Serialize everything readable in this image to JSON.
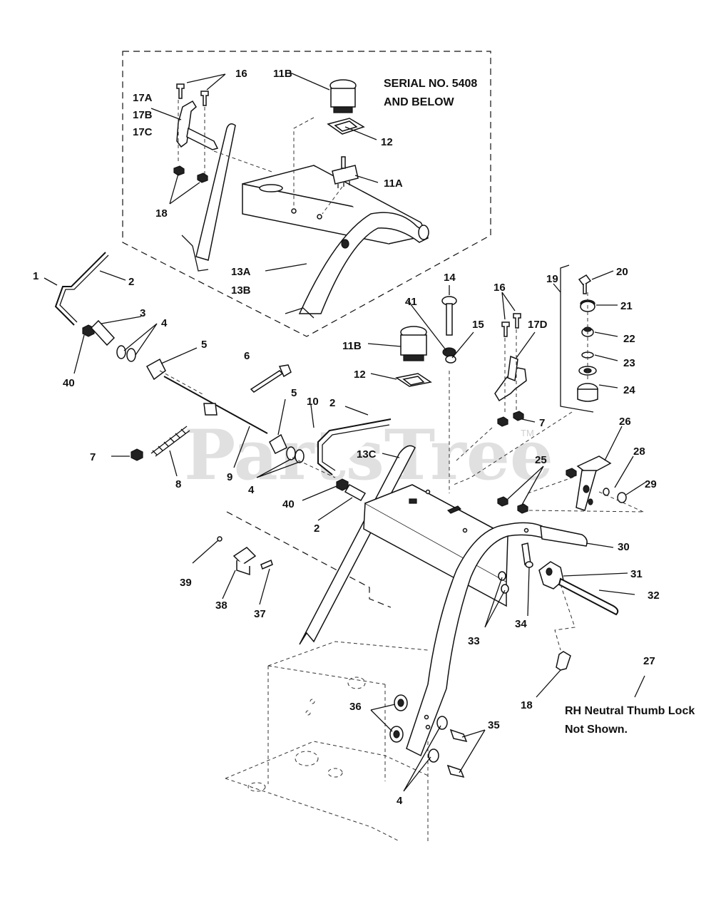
{
  "watermark": {
    "text": "PartsTree",
    "tm": "TM"
  },
  "notes": {
    "serial": [
      "SERIAL NO. 5408",
      "AND BELOW"
    ],
    "rh_thumb_lock": [
      "RH Neutral Thumb Lock",
      "Not Shown."
    ]
  },
  "labels": {
    "p16_top": "16",
    "p11B_top": "11B",
    "p17A": "17A",
    "p17B": "17B",
    "p17C": "17C",
    "p12_top": "12",
    "p11A": "11A",
    "p18_top": "18",
    "p13A": "13A",
    "p13B": "13B",
    "p1": "1",
    "p2_left": "2",
    "p3": "3",
    "p4_a": "4",
    "p40_left": "40",
    "p5_a": "5",
    "p6": "6",
    "p7_left": "7",
    "p8": "8",
    "p9": "9",
    "p5_b": "5",
    "p4_b": "4",
    "p10": "10",
    "p2_mid": "2",
    "p40_mid": "40",
    "p2_low": "2",
    "p39": "39",
    "p38": "38",
    "p37": "37",
    "p14": "14",
    "p41": "41",
    "p15": "15",
    "p11B_mid": "11B",
    "p12_mid": "12",
    "p13C": "13C",
    "p16_right": "16",
    "p17D": "17D",
    "p7_right": "7",
    "p19": "19",
    "p20": "20",
    "p21": "21",
    "p22": "22",
    "p23": "23",
    "p24": "24",
    "p26": "26",
    "p28": "28",
    "p29": "29",
    "p25": "25",
    "p30": "30",
    "p31": "31",
    "p32": "32",
    "p33": "33",
    "p34": "34",
    "p27": "27",
    "p18_low": "18",
    "p36": "36",
    "p35": "35",
    "p4_low": "4"
  }
}
